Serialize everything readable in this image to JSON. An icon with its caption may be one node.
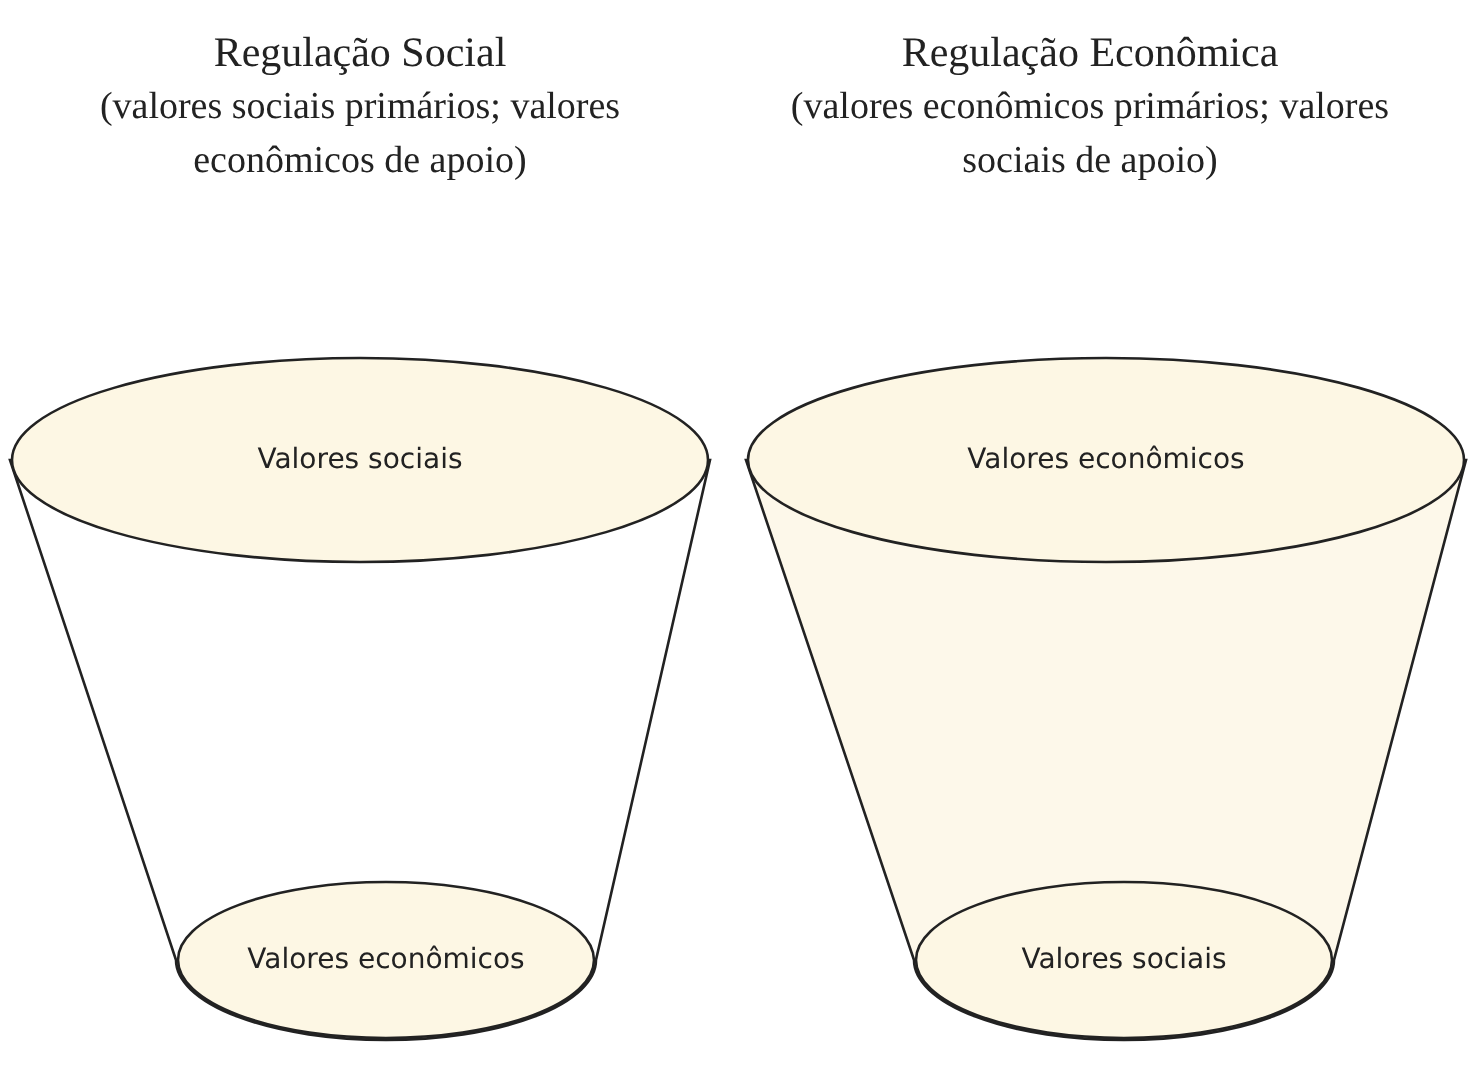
{
  "diagram": {
    "nodes": [
      {
        "text": [
          "Valores sociais"
        ]
      },
      {
        "text": [
          "Valores econômicos"
        ]
      },
      {
        "text": [
          "Valores econômicos"
        ]
      },
      {
        "text": [
          "Valores sociais"
        ]
      }
    ],
    "labels": [
      "Regulação Social",
      "(valores sociais primários; valores econômicos de apoio)",
      "Regulação Econômica",
      "(valores econômicos primários; valores sociais de apoio)"
    ]
  }
}
